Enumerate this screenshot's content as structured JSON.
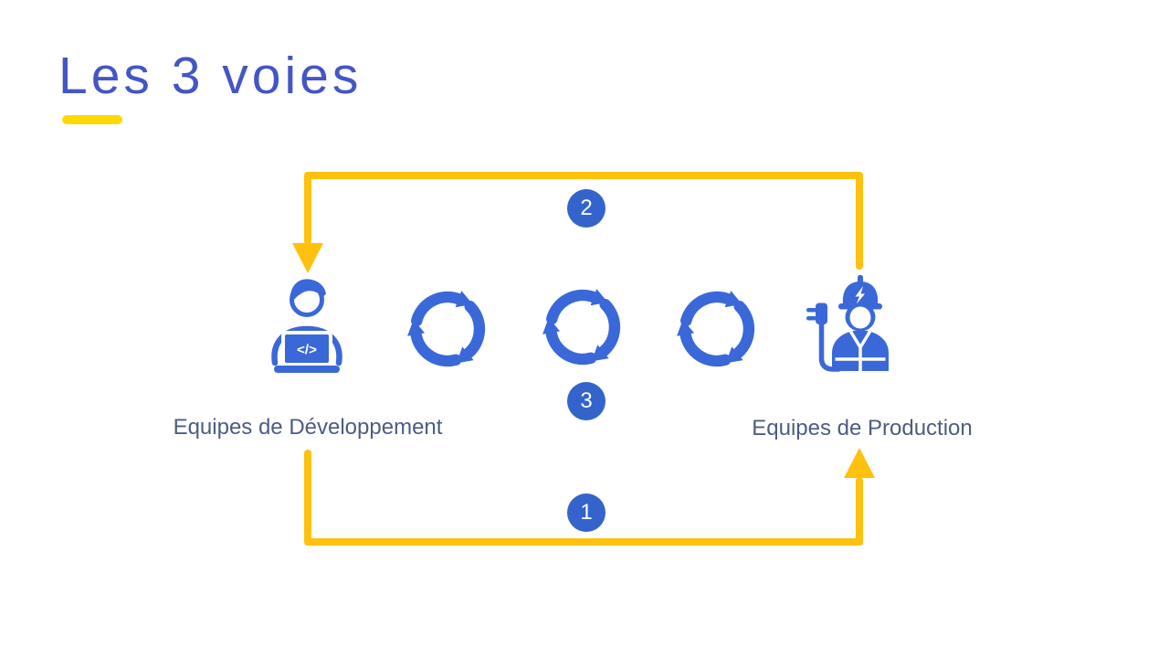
{
  "slide": {
    "title": "Les 3 voies"
  },
  "colors": {
    "background": "#FFFFFF",
    "title_text": "#4456C4",
    "title_underline": "#FFD800",
    "arrow_yellow": "#FEC10D",
    "icon_blue": "#3B68D9",
    "badge_blue": "#3463CC",
    "badge_number": "#FFFFFF",
    "label_text": "#4D5C84"
  },
  "diagram": {
    "nodes": {
      "development": {
        "label": "Equipes de Développement",
        "icon": "developer-at-laptop-icon",
        "laptop_glyph": "</>"
      },
      "production": {
        "label": "Equipes de Production",
        "icon": "electrician-worker-icon"
      }
    },
    "cycle_icons": {
      "icon": "cycle-arrows-icon",
      "count": 3
    },
    "badges": {
      "top": {
        "number": "2"
      },
      "middle": {
        "number": "3"
      },
      "bottom": {
        "number": "1"
      }
    },
    "flows": {
      "top": {
        "badge": "2",
        "from": "production",
        "to": "development"
      },
      "bottom": {
        "badge": "1",
        "from": "development",
        "to": "production"
      }
    }
  }
}
